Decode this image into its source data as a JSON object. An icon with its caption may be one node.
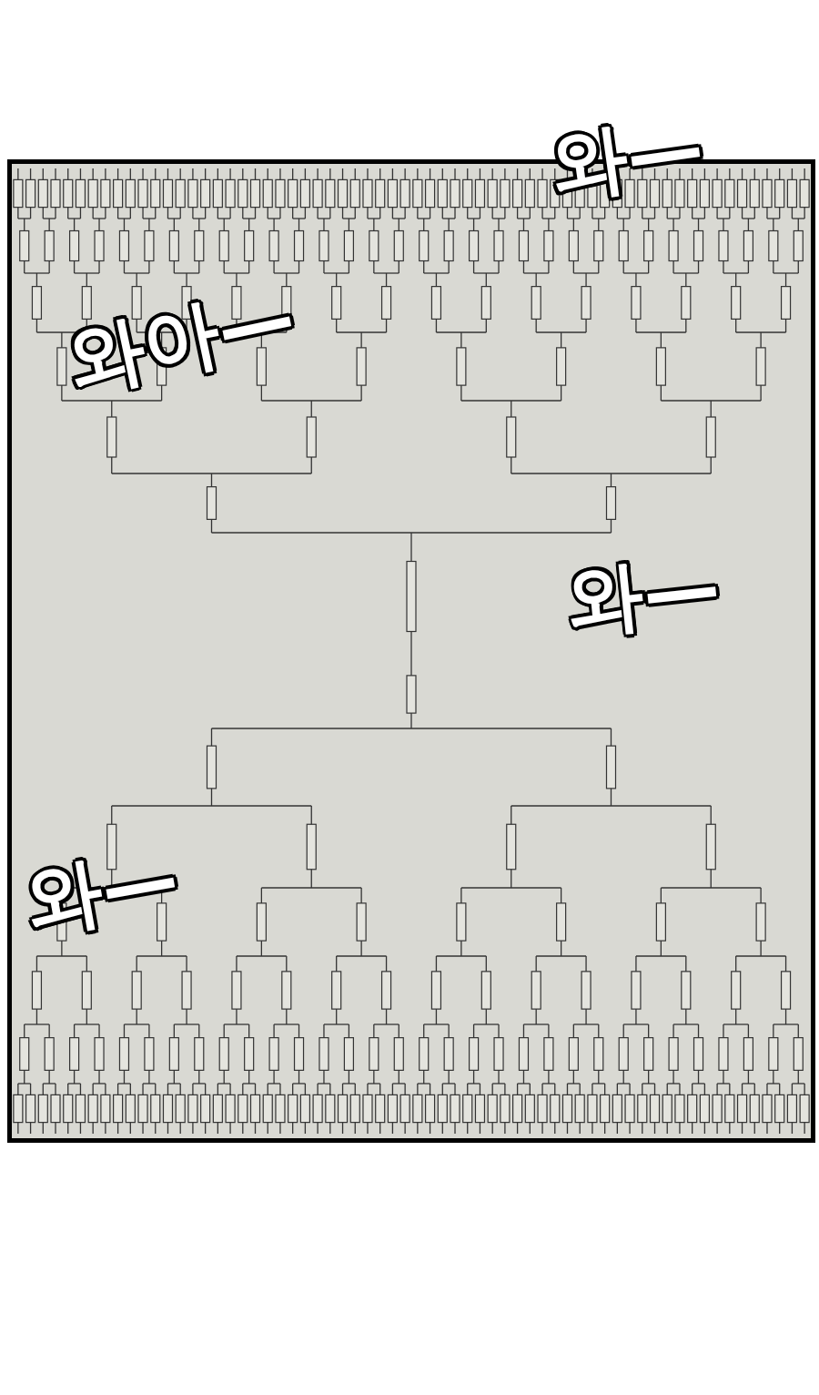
{
  "diagram": {
    "labels": [
      "와—",
      "와아—",
      "와—",
      "와—"
    ]
  }
}
